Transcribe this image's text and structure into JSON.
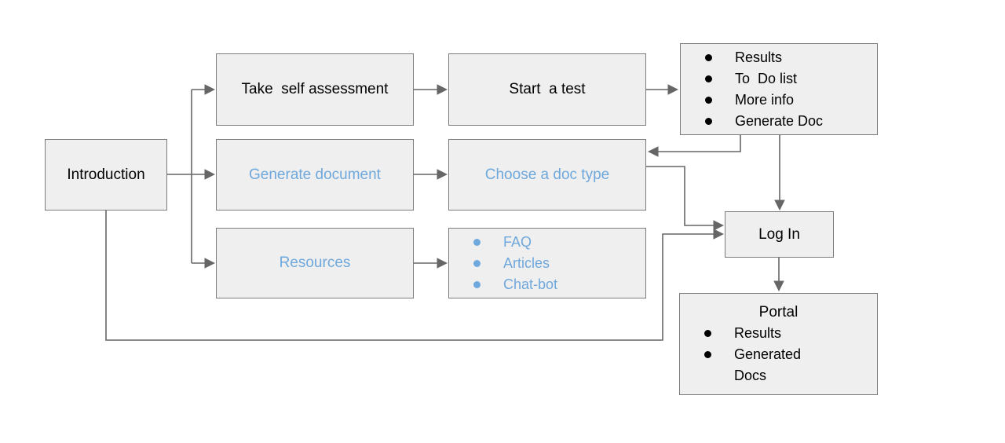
{
  "colors": {
    "background": "#ffffff",
    "box_fill": "#efefef",
    "box_border": "#7b7b7b",
    "connector": "#666666",
    "text_primary": "#000000",
    "text_accent_blue": "#6fa8dc"
  },
  "nodes": {
    "introduction": {
      "label": "Introduction"
    },
    "take_self_assessment": {
      "label": "Take  self assessment"
    },
    "start_a_test": {
      "label": "Start  a test"
    },
    "test_results_list": {
      "items": [
        "Results",
        "To  Do list",
        "More info",
        "Generate Doc"
      ]
    },
    "generate_document": {
      "label": "Generate document"
    },
    "choose_doc_type": {
      "label": "Choose a doc type"
    },
    "resources": {
      "label": "Resources"
    },
    "resources_list": {
      "items": [
        "FAQ",
        "Articles",
        "Chat-bot"
      ]
    },
    "log_in": {
      "label": "Log In"
    },
    "portal": {
      "title": "Portal",
      "items": [
        "Results",
        "Generated Docs"
      ]
    }
  }
}
